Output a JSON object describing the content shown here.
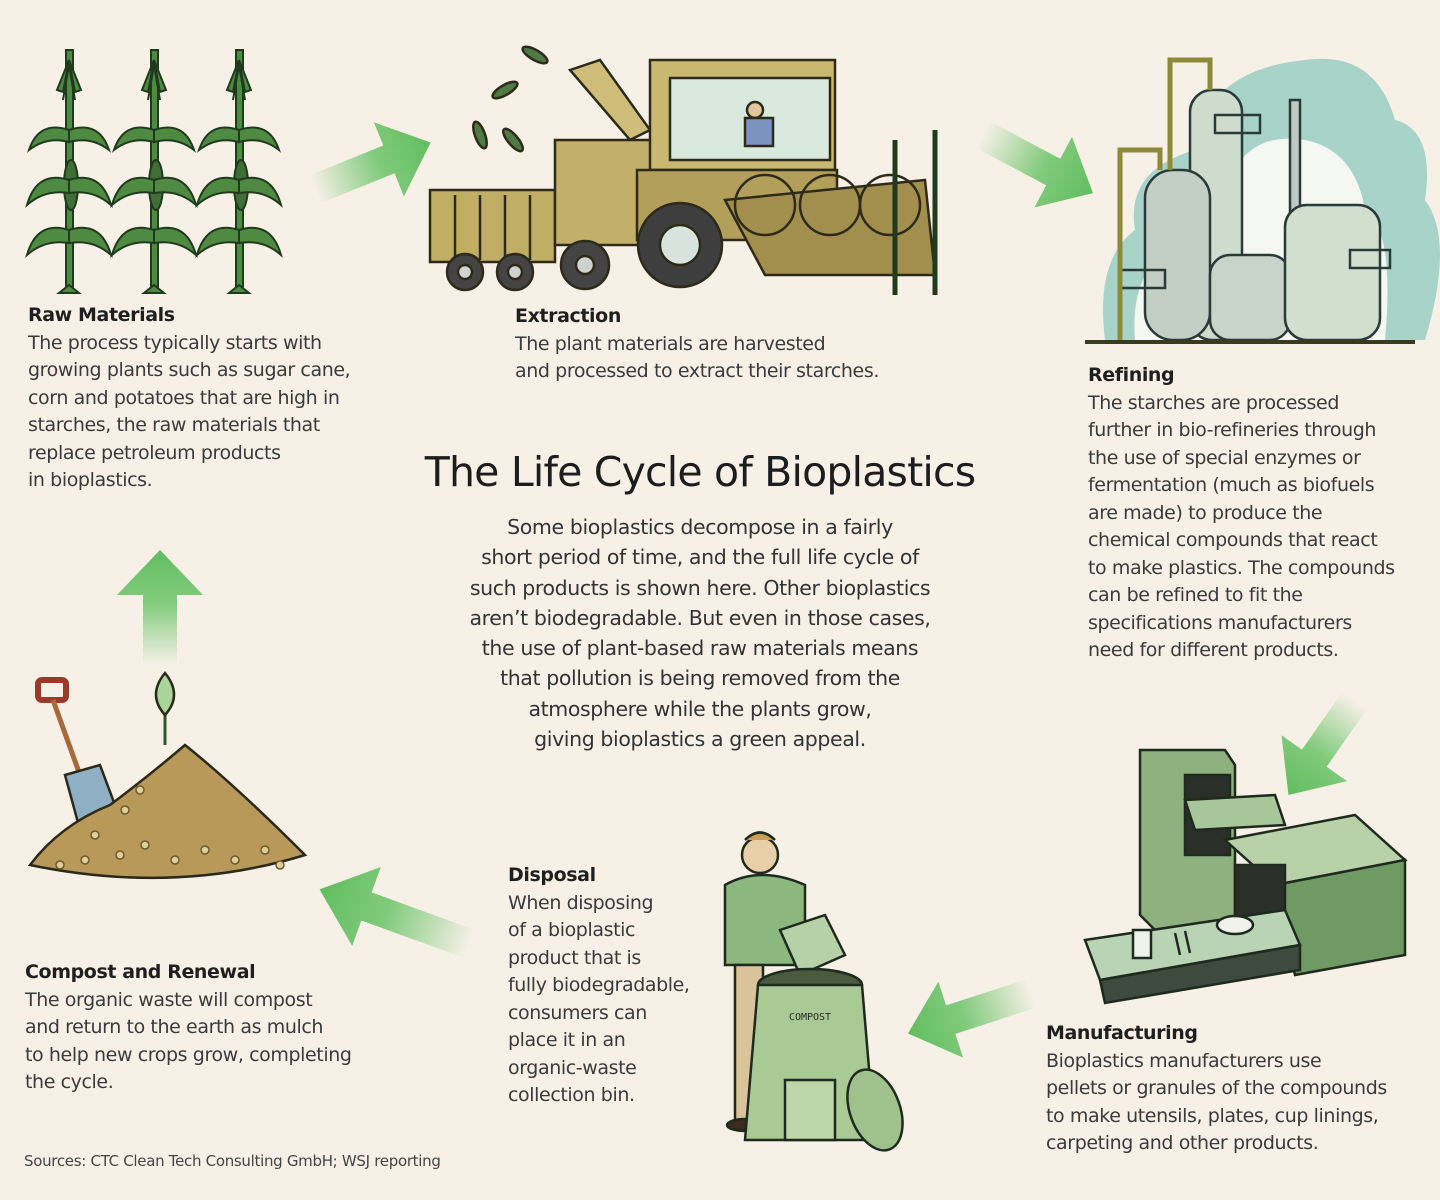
{
  "header": {
    "title": "The Life Cycle of Bioplastics",
    "intro": "Some bioplastics decompose in a fairly\nshort period of time, and the full life cycle of\nsuch products is shown here. Other bioplastics\naren’t biodegradable. But even in those cases,\nthe use of plant-based raw materials means\nthat pollution is being removed from the\natmosphere while the plants grow,\ngiving bioplastics a green appeal."
  },
  "stages": [
    {
      "title": "Raw Materials",
      "body": "The process typically starts with\ngrowing plants such as sugar cane,\ncorn and potatoes that are high in\nstarches, the raw materials that\nreplace petroleum products\nin bioplastics.",
      "icon": "corn-stalks-icon"
    },
    {
      "title": "Extraction",
      "body": "The plant materials are harvested\nand processed to extract their starches.",
      "icon": "harvester-icon"
    },
    {
      "title": "Refining",
      "body": "The starches are processed\nfurther in bio-refineries through\nthe use of special enzymes or\nfermentation (much as biofuels\nare made) to produce the\nchemical compounds that react\nto make plastics. The compounds\ncan be refined to fit the\nspecifications manufacturers\nneed for different products.",
      "icon": "refinery-icon"
    },
    {
      "title": "Manufacturing",
      "body": "Bioplastics manufacturers use\npellets or granules of the compounds\nto make utensils, plates, cup linings,\ncarpeting and other products.",
      "icon": "factory-machine-icon"
    },
    {
      "title": "Disposal",
      "body": "When disposing\nof a bioplastic\nproduct that is\nfully biodegradable,\nconsumers can\nplace it in an\norganic-waste\ncollection bin.",
      "icon": "compost-bin-icon"
    },
    {
      "title": "Compost and Renewal",
      "body": "The organic waste will compost\nand return to the earth as mulch\nto help new crops grow, completing\nthe cycle.",
      "icon": "compost-pile-icon"
    }
  ],
  "illustration_labels": {
    "bin_label": "COMPOST"
  },
  "footer": {
    "sources": "Sources: CTC Clean Tech Consulting GmbH; WSJ reporting"
  },
  "colors": {
    "background": "#f7f0e7",
    "arrow_green": "#6cc46a",
    "plant_green": "#3e6b34",
    "machine_tan": "#b9a55a",
    "refinery_grey": "#cfd8cc",
    "smoke_teal": "#a8d3c8",
    "soil_brown": "#b9995a",
    "bin_green": "#a9c995"
  }
}
